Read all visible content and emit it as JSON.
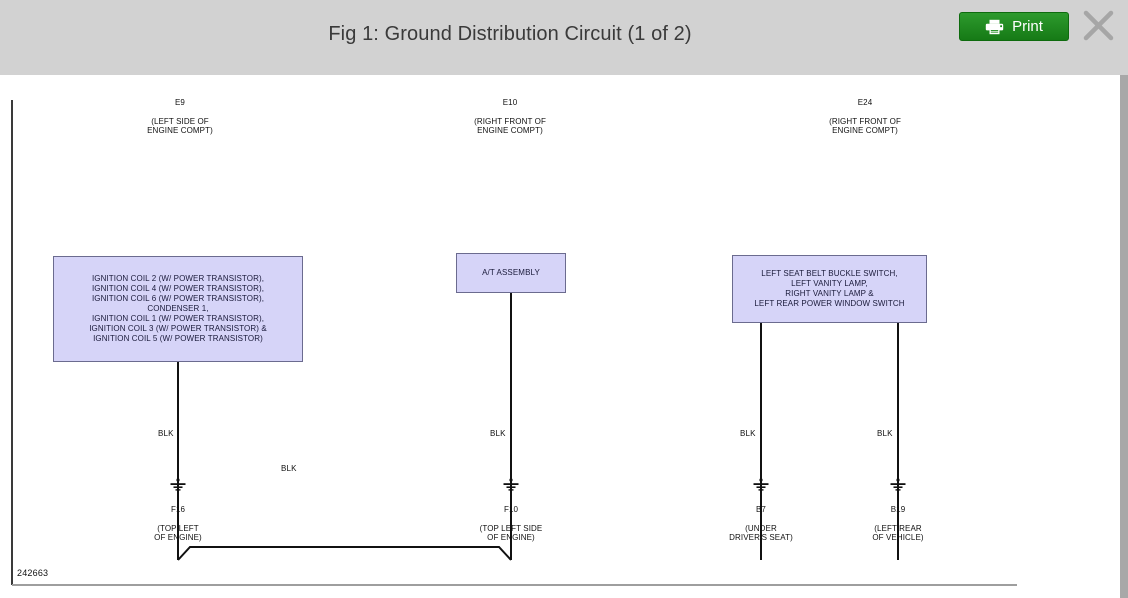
{
  "header": {
    "title": "Fig 1: Ground Distribution Circuit (1 of 2)",
    "print_label": "Print",
    "print_icon": "printer-icon",
    "close_icon": "close-icon",
    "accent_color": "#1b8a1b",
    "bar_color": "#d2d2d2"
  },
  "diagram": {
    "figure_number": "242663",
    "box_fill": "#d6d4f8",
    "box_border": "#6b6b8f",
    "wire_color": "#111111",
    "top_nodes": [
      {
        "id": "E9",
        "location": "(LEFT SIDE OF\nENGINE COMPT)"
      },
      {
        "id": "E10",
        "location": "(RIGHT FRONT OF\nENGINE COMPT)"
      },
      {
        "id": "E24",
        "location": "(RIGHT FRONT OF\nENGINE COMPT)"
      }
    ],
    "components": [
      {
        "name": "ignition-coils-group",
        "text": "IGNITION COIL 2 (W/ POWER TRANSISTOR),\nIGNITION COIL 4 (W/ POWER TRANSISTOR),\nIGNITION COIL 6 (W/ POWER TRANSISTOR),\nCONDENSER 1,\nIGNITION COIL 1 (W/ POWER TRANSISTOR),\nIGNITION COIL 3 (W/ POWER TRANSISTOR) &\nIGNITION COIL 5 (W/ POWER TRANSISTOR)"
      },
      {
        "name": "at-assembly",
        "text": "A/T ASSEMBLY"
      },
      {
        "name": "seat-belt-vanity-group",
        "text": "LEFT SEAT BELT BUCKLE SWITCH,\nLEFT VANITY LAMP,\nRIGHT VANITY LAMP &\nLEFT REAR POWER WINDOW SWITCH"
      }
    ],
    "wire_labels": {
      "w1": "BLK",
      "w2": "BLK",
      "w3": "BLK",
      "w4": "BLK",
      "bus": "BLK"
    },
    "grounds": [
      {
        "id": "F16",
        "location": "(TOP LEFT\nOF ENGINE)"
      },
      {
        "id": "F10",
        "location": "(TOP LEFT SIDE\nOF ENGINE)"
      },
      {
        "id": "B7",
        "location": "(UNDER\nDRIVER'S SEAT)"
      },
      {
        "id": "B19",
        "location": "(LEFT REAR\nOF VEHICLE)"
      }
    ]
  }
}
